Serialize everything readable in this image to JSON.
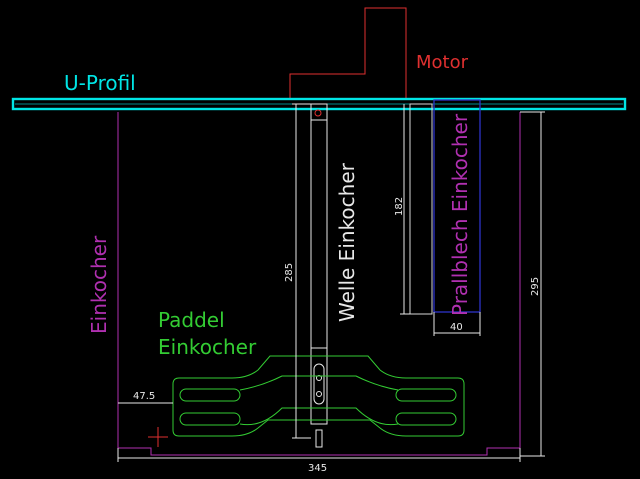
{
  "labels": {
    "u_profil": "U-Profil",
    "motor": "Motor",
    "einkocher": "Einkocher",
    "welle": "Welle Einkocher",
    "prallblech": "Prallblech Einkocher",
    "paddel_line1": "Paddel",
    "paddel_line2": "Einkocher"
  },
  "dimensions": {
    "width": "345",
    "height_tank": "295",
    "height_shaft": "285",
    "height_baffle": "182",
    "width_baffle": "40",
    "paddle_offset": "47.5"
  },
  "colors": {
    "background": "#000000",
    "u_profile": "#00e5e5",
    "motor": "#e03030",
    "tank": "#b030b0",
    "shaft_and_dims": "#e8e8e8",
    "baffle_outline": "#d8d8d8",
    "baffle_blue": "#2d33c8",
    "paddle": "#33cc33",
    "marker": "#e03030"
  }
}
